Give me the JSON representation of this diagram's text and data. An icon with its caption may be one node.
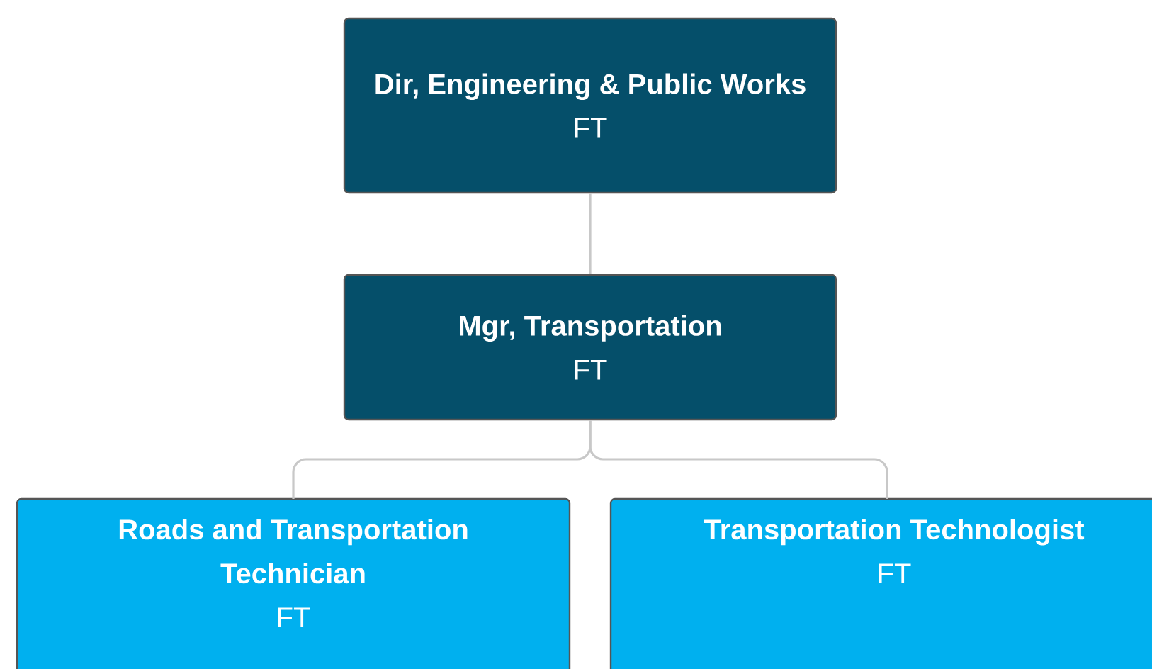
{
  "diagram": {
    "nodes": [
      {
        "text": [
          "Dir, Engineering & Public Works",
          "FT"
        ]
      },
      {
        "text": [
          "Mgr, Transportation",
          "FT"
        ]
      },
      {
        "text": [
          "Roads and Transportation Technician",
          "FT"
        ]
      },
      {
        "text": [
          "Transportation Technologist",
          "FT"
        ]
      }
    ],
    "edges": [
      {
        "from": 0,
        "to": 1,
        "arrow": "none"
      },
      {
        "from": 1,
        "to": 2,
        "arrow": "none"
      },
      {
        "from": 1,
        "to": 3,
        "arrow": "none"
      }
    ]
  }
}
